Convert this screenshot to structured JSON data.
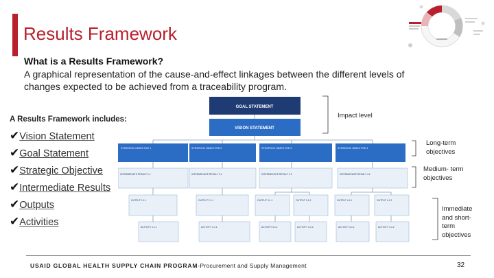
{
  "slide": {
    "title": "Results Framework",
    "subtitle": "What is a Results Framework?",
    "definition": "A graphical representation of the cause-and-effect linkages between the different levels of changes expected to be achieved from a traceability program.",
    "includes_heading": "A Results Framework includes:",
    "includes_items": [
      "Vision Statement",
      "Goal Statement",
      "Strategic Objective",
      "Intermediate Results",
      "Outputs",
      "Activities"
    ],
    "check_glyph": "✔"
  },
  "diagram": {
    "goal": "GOAL STATEMENT",
    "vision": "VISION STATEMENT",
    "strategic_objectives": [
      "STRATEGIC OBJECTIVE 1",
      "STRATEGIC OBJECTIVE 2",
      "STRATEGIC OBJECTIVE 3",
      "STRATEGIC OBJECTIVE 4"
    ],
    "intermediate_results": [
      "INTERMEDIATE RESULT 1.1",
      "INTERMEDIATE RESULT 2.1",
      "INTERMEDIATE RESULT 3.1",
      "INTERMEDIATE RESULT 4.1"
    ],
    "outputs": [
      "OUTPUT 1.1.1",
      "OUTPUT 2.1.1",
      "OUTPUT 3.1.1",
      "OUTPUT 3.1.2",
      "OUTPUT 4.1.1",
      "OUTPUT 4.1.2"
    ],
    "activities": [
      "ACTIVITY 1.1.1",
      "ACTIVITY 2.1.1",
      "ACTIVITY 3.1.1",
      "ACTIVITY 3.1.2",
      "ACTIVITY 4.1.1",
      "ACTIVITY 4.1.2"
    ],
    "colors": {
      "dark_navy": "#1f3b73",
      "mid_blue": "#2b6cc4",
      "light_box": "#e9f0f8",
      "box_border": "#9bb8d9",
      "line": "#7f97b8"
    }
  },
  "levels": {
    "impact": "Impact level",
    "long_term": [
      "Long-term",
      "objectives"
    ],
    "medium_term": [
      "Medium- term",
      "objectives"
    ],
    "immediate": [
      "Immediate",
      "and short-",
      "term",
      "objectives"
    ]
  },
  "footer": {
    "program": "USAID GLOBAL HEALTH SUPPLY CHAIN PROGRAM",
    "separator": "-",
    "subprogram": "Procurement and Supply Management",
    "page_number": "32"
  },
  "colors": {
    "accent": "#b8202d"
  }
}
